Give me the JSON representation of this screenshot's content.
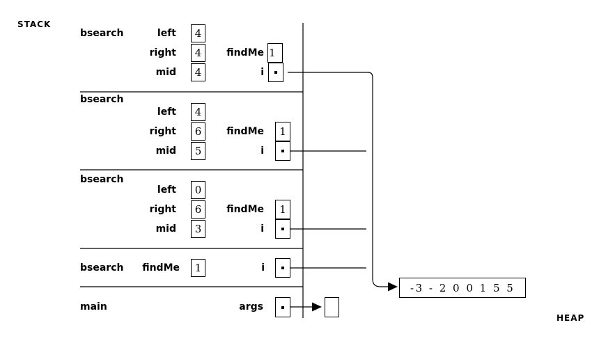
{
  "region_labels": {
    "stack": "STACK",
    "heap": "HEAP"
  },
  "stack_frames": [
    {
      "fn": "bsearch",
      "vars": [
        {
          "name": "left",
          "value": "4"
        },
        {
          "name": "right",
          "value": "4"
        },
        {
          "name": "mid",
          "value": "4"
        },
        {
          "name": "findMe",
          "value": "1"
        },
        {
          "name": "i",
          "ref": true
        }
      ]
    },
    {
      "fn": "bsearch",
      "vars": [
        {
          "name": "left",
          "value": "4"
        },
        {
          "name": "right",
          "value": "6"
        },
        {
          "name": "mid",
          "value": "5"
        },
        {
          "name": "findMe",
          "value": "1"
        },
        {
          "name": "i",
          "ref": true
        }
      ]
    },
    {
      "fn": "bsearch",
      "vars": [
        {
          "name": "left",
          "value": "0"
        },
        {
          "name": "right",
          "value": "6"
        },
        {
          "name": "mid",
          "value": "3"
        },
        {
          "name": "findMe",
          "value": "1"
        },
        {
          "name": "i",
          "ref": true
        }
      ]
    },
    {
      "fn": "bsearch",
      "vars": [
        {
          "name": "findMe",
          "value": "1"
        },
        {
          "name": "i",
          "ref": true
        }
      ]
    },
    {
      "fn": "main",
      "vars": [
        {
          "name": "args",
          "ref": true
        }
      ]
    }
  ],
  "heap_objects": {
    "int_array": {
      "display_text": "-3 - 2 0 0 1 5 5",
      "values": [
        -3,
        -2,
        0,
        0,
        1,
        5,
        5
      ]
    },
    "args_array": {
      "display_text": ""
    }
  }
}
